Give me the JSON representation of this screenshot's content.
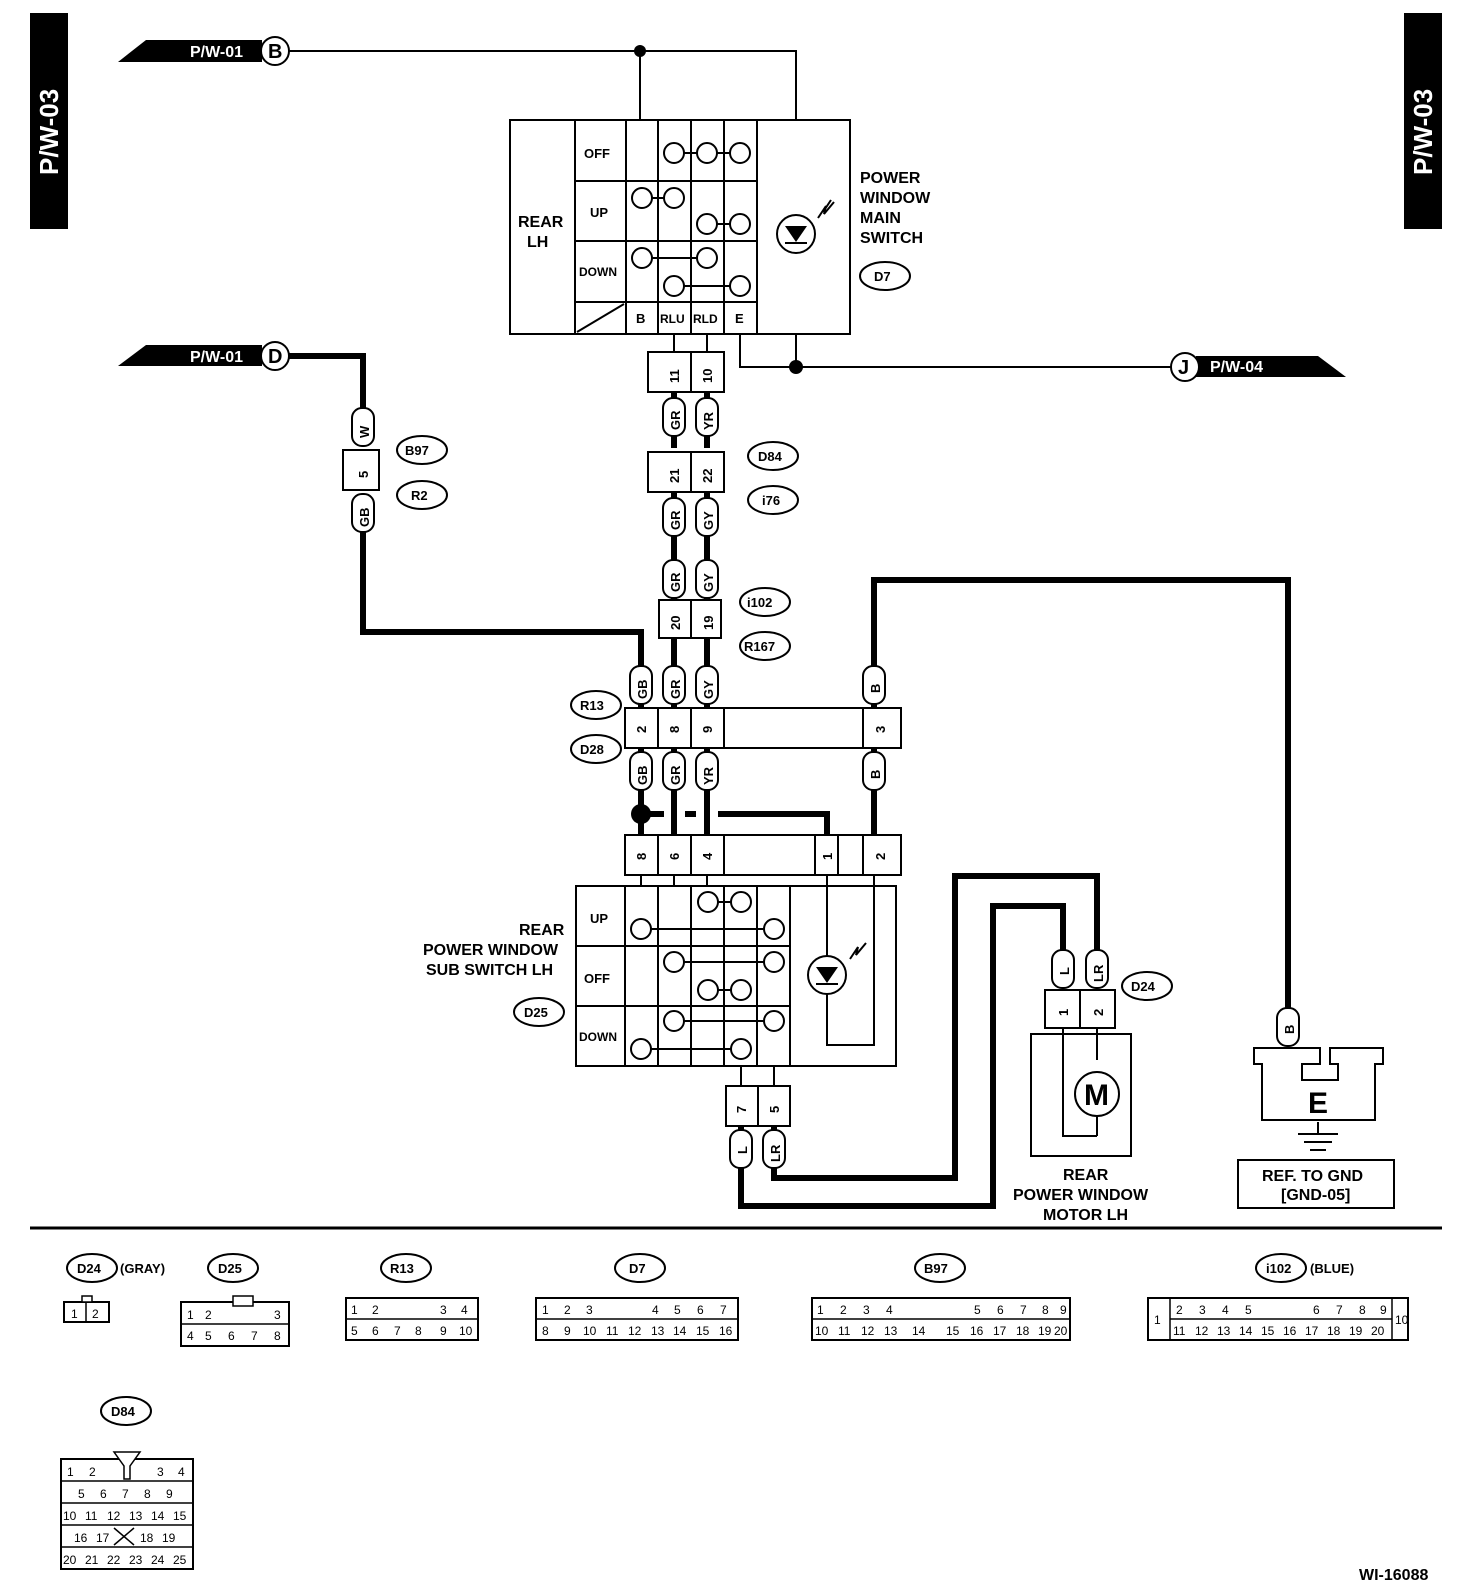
{
  "page": {
    "tab_left": "P/W-03",
    "tab_right": "P/W-03",
    "figure_id": "WI-16088"
  },
  "refs": {
    "pw01_b": {
      "code": "P/W-01",
      "letter": "B"
    },
    "pw01_d": {
      "code": "P/W-01",
      "letter": "D"
    },
    "pw04_j": {
      "code": "P/W-04",
      "letter": "J"
    }
  },
  "main_switch": {
    "title_lines": [
      "POWER",
      "WINDOW",
      "MAIN",
      "SWITCH"
    ],
    "connector": "D7",
    "row_label_lines": [
      "REAR",
      "LH"
    ],
    "positions": [
      "OFF",
      "UP",
      "DOWN"
    ],
    "terminals": [
      "B",
      "RLU",
      "RLD",
      "E"
    ]
  },
  "sub_switch": {
    "title_lines": [
      "REAR",
      "POWER WINDOW",
      "SUB SWITCH LH"
    ],
    "connector": "D25",
    "positions": [
      "UP",
      "OFF",
      "DOWN"
    ]
  },
  "motor": {
    "title_lines": [
      "REAR",
      "POWER WINDOW",
      "MOTOR LH"
    ],
    "connector": "D24",
    "symbol": "M"
  },
  "ground": {
    "symbol": "E",
    "ref_lines": [
      "REF. TO GND",
      "[GND-05]"
    ]
  },
  "connector_tags": {
    "b97": "B97",
    "r2": "R2",
    "d84": "D84",
    "i76": "i76",
    "i102": "i102",
    "r167": "R167",
    "r13": "R13",
    "d28": "D28",
    "d24": "D24"
  },
  "wire_colors": {
    "w": "W",
    "gb": "GB",
    "gr": "GR",
    "yr": "YR",
    "gy": "GY",
    "b": "B",
    "l": "L",
    "lr": "LR"
  },
  "pins": {
    "p11": "11",
    "p10": "10",
    "p21": "21",
    "p22": "22",
    "p20": "20",
    "p19": "19",
    "p5": "5",
    "p2": "2",
    "p8": "8",
    "p9": "9",
    "p3": "3",
    "p6": "6",
    "p4": "4",
    "p1": "1",
    "p7": "7"
  },
  "connector_legend": [
    {
      "id": "D24",
      "note": "(GRAY)"
    },
    {
      "id": "D25",
      "note": ""
    },
    {
      "id": "R13",
      "note": ""
    },
    {
      "id": "D7",
      "note": ""
    },
    {
      "id": "B97",
      "note": ""
    },
    {
      "id": "i102",
      "note": "(BLUE)"
    },
    {
      "id": "D84",
      "note": ""
    }
  ],
  "legend_pins": {
    "d24": [
      "1",
      "2"
    ],
    "d25_top": [
      "1",
      "2",
      "3"
    ],
    "d25_bottom": [
      "4",
      "5",
      "6",
      "7",
      "8"
    ],
    "r13_top": [
      "1",
      "2",
      "3",
      "4"
    ],
    "r13_bottom": [
      "5",
      "6",
      "7",
      "8",
      "9",
      "10"
    ],
    "d7_top": [
      "1",
      "2",
      "3",
      "4",
      "5",
      "6",
      "7"
    ],
    "d7_bottom": [
      "8",
      "9",
      "10",
      "11",
      "12",
      "13",
      "14",
      "15",
      "16"
    ],
    "b97_top": [
      "1",
      "2",
      "3",
      "4",
      "5",
      "6",
      "7",
      "8",
      "9"
    ],
    "b97_bottom": [
      "10",
      "11",
      "12",
      "13",
      "14",
      "15",
      "16",
      "17",
      "18",
      "19",
      "20"
    ],
    "i102_top": [
      "2",
      "3",
      "4",
      "5",
      "6",
      "7",
      "8",
      "9"
    ],
    "i102_bottom": [
      "11",
      "12",
      "13",
      "14",
      "15",
      "16",
      "17",
      "18",
      "19",
      "20"
    ],
    "i102_ends": [
      "1",
      "10"
    ],
    "d84_r1": [
      "1",
      "2",
      "3",
      "4"
    ],
    "d84_r2": [
      "5",
      "6",
      "7",
      "8",
      "9"
    ],
    "d84_r3": [
      "10",
      "11",
      "12",
      "13",
      "14",
      "15"
    ],
    "d84_r4": [
      "16",
      "17",
      "18",
      "19"
    ],
    "d84_r5": [
      "20",
      "21",
      "22",
      "23",
      "24",
      "25"
    ]
  }
}
